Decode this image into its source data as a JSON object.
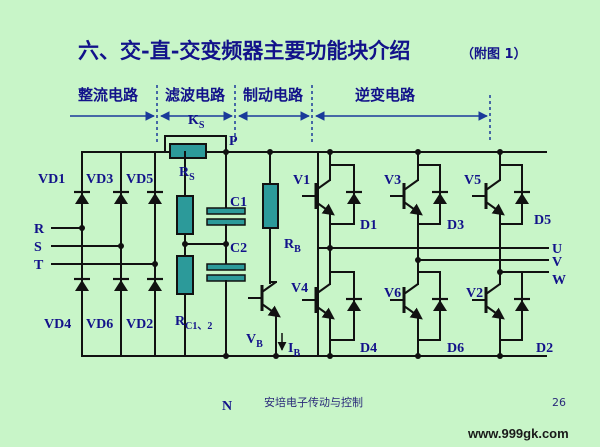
{
  "title": "六、交-直-交变频器主要功能块介绍",
  "figure_ref": "（附图 1）",
  "sections": [
    {
      "label": "整流电路"
    },
    {
      "label": "滤波电路"
    },
    {
      "label": "制动电路"
    },
    {
      "label": "逆变电路"
    }
  ],
  "labels": {
    "vd1": "VD1",
    "vd3": "VD3",
    "vd5": "VD5",
    "vd4": "VD4",
    "vd6": "VD6",
    "vd2": "VD2",
    "r": "R",
    "s": "S",
    "t": "T",
    "ks": "K",
    "ks_sub": "S",
    "rs": "R",
    "rs_sub": "S",
    "p": "P",
    "n": "N",
    "c1": "C1",
    "c2": "C2",
    "rc": "R",
    "rc_sub": "C1、2",
    "rb": "R",
    "rb_sub": "B",
    "vb": "V",
    "vb_sub": "B",
    "ib": "I",
    "ib_sub": "B",
    "v1": "V1",
    "v3": "V3",
    "v5": "V5",
    "v4": "V4",
    "v6": "V6",
    "v2": "V2",
    "d1": "D1",
    "d3": "D3",
    "d5": "D5",
    "d4": "D4",
    "d6": "D6",
    "d2": "D2",
    "u": "U",
    "v": "V",
    "w": "W"
  },
  "footer": {
    "text": "安培电子传动与控制",
    "page": "26"
  },
  "watermark": "www.999gk.com",
  "colors": {
    "background": "#c8f5c8",
    "text": "#12128a",
    "wire": "#111111",
    "component": "#2c9a9a",
    "arrow": "#1a3a9a"
  }
}
